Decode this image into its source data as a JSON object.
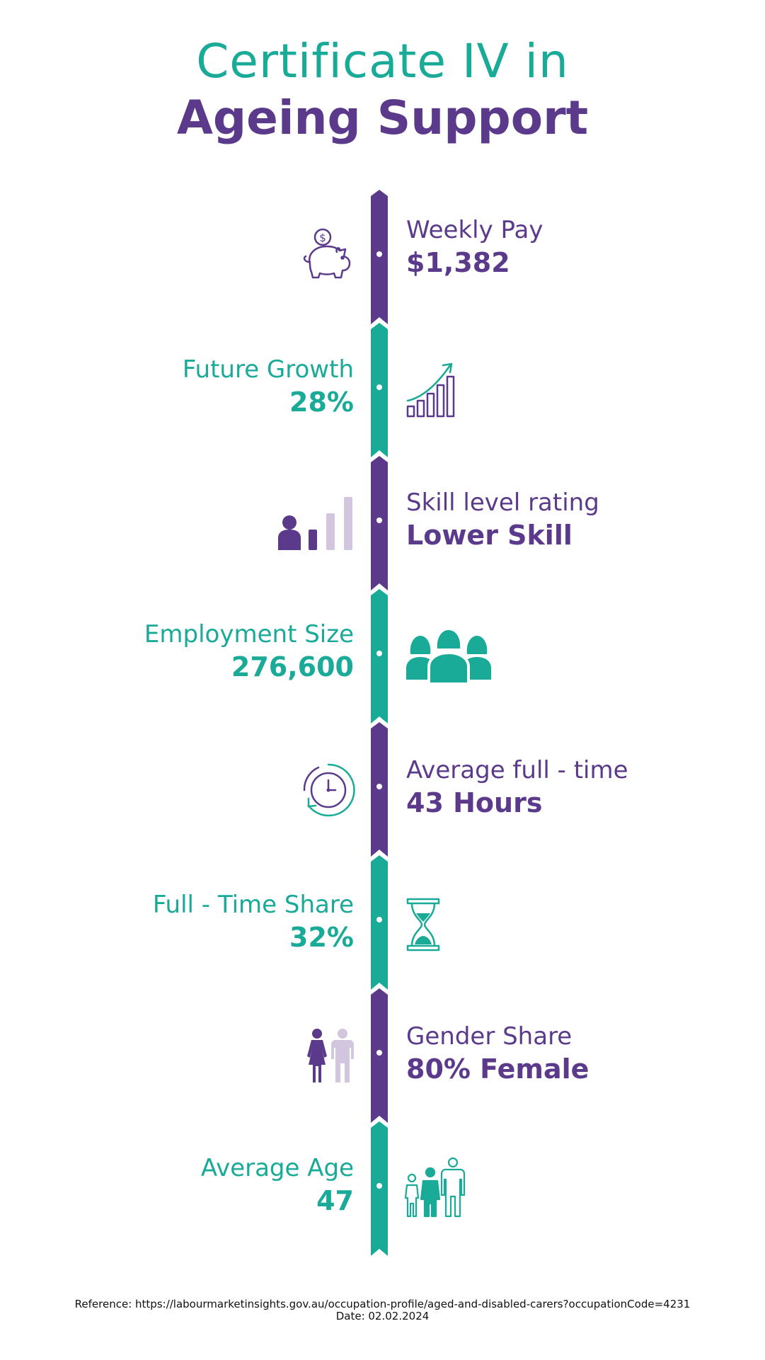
{
  "title": {
    "line1": "Certificate IV in",
    "line2": "Ageing Support"
  },
  "stats": [
    {
      "label": "Weekly Pay",
      "value": "$1,382"
    },
    {
      "label": "Future Growth",
      "value": "28%"
    },
    {
      "label": "Skill level rating",
      "value": "Lower Skill"
    },
    {
      "label": "Employment Size",
      "value": "276,600"
    },
    {
      "label": "Average full - time",
      "value": "43 Hours"
    },
    {
      "label": "Full - Time Share",
      "value": "32%"
    },
    {
      "label": "Gender Share",
      "value": "80% Female"
    },
    {
      "label": "Average Age",
      "value": "47"
    }
  ],
  "icons": [
    "piggy-bank-icon",
    "growth-chart-icon",
    "skill-level-icon",
    "people-group-icon",
    "clock-icon",
    "hourglass-icon",
    "gender-icon",
    "age-group-icon"
  ],
  "colors": {
    "purple": "#5b3a8c",
    "teal": "#1aaa98",
    "light_purple": "#d1c6dd"
  },
  "reference": {
    "line1": "Reference: https://labourmarketinsights.gov.au/occupation-profile/aged-and-disabled-carers?occupationCode=4231",
    "line2": "Date: 02.02.2024"
  }
}
